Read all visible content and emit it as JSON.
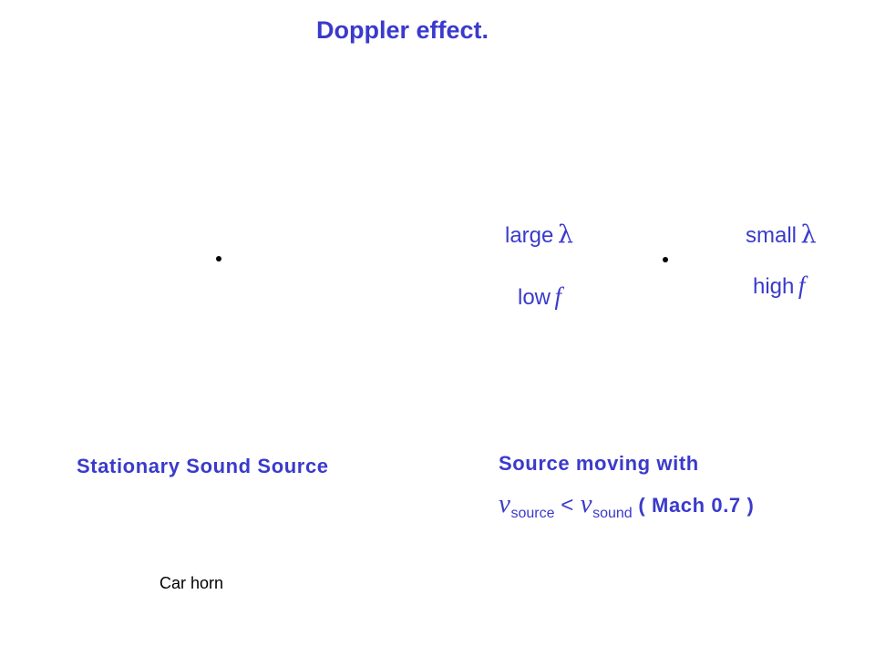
{
  "title": "Doppler effect.",
  "left_panel": {
    "caption": "Stationary Sound Source",
    "sub_caption": "Car horn"
  },
  "right_panel": {
    "front_wave": {
      "size_label": "small",
      "lambda": "λ",
      "freq_label": "high",
      "f": "f"
    },
    "back_wave": {
      "size_label": "large",
      "lambda": "λ",
      "freq_label": "low",
      "f": "f"
    },
    "caption_line1": "Source moving with",
    "v1": "v",
    "sub1": "source",
    "less_than": "<",
    "v2": "v",
    "sub2": "sound",
    "mach": "( Mach 0.7 )"
  },
  "colors": {
    "text_accent": "#3a3acc",
    "dot": "#000000"
  }
}
